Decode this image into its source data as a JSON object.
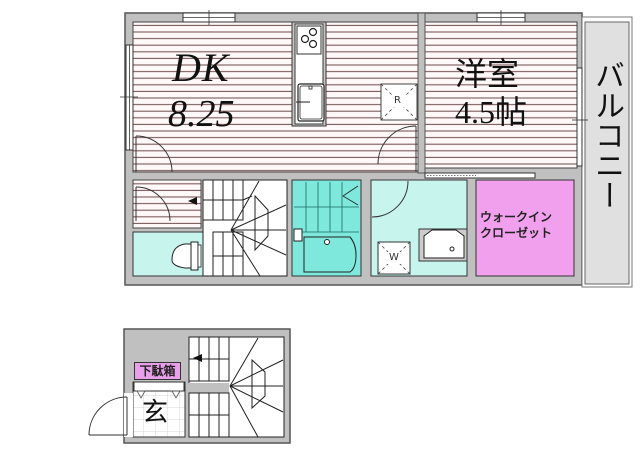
{
  "floor_plan": {
    "upper_floor": {
      "rooms": [
        {
          "id": "dk",
          "name": "DK",
          "size": "8.25",
          "floor": "wood"
        },
        {
          "id": "western-room",
          "name": "洋室",
          "size": "4.5帖",
          "floor": "wood"
        },
        {
          "id": "balcony",
          "name": "バルコニー"
        },
        {
          "id": "walk-in-closet",
          "name": "ウォークイン\nクローゼット",
          "line1": "ウォークイン",
          "line2": "クローゼット"
        },
        {
          "id": "toilet",
          "name": "Toilet"
        },
        {
          "id": "bathroom",
          "name": "Bath"
        },
        {
          "id": "washroom",
          "name": "Washroom"
        }
      ],
      "fixtures": {
        "refrigerator": "R",
        "washing_machine": "W"
      }
    },
    "lower_floor": {
      "entrance": "玄",
      "shoe_box": "下駄箱"
    },
    "colors": {
      "wall": "#c0c0c0",
      "wall_outline": "#555555",
      "wood_floor_bg": "#fff7f7",
      "wood_floor_line": "#8a6a6a",
      "wet_area": "#c8f4ee",
      "bath": "#7ee8dc",
      "closet": "#f0a0ec",
      "balcony": "#e0e0e0"
    }
  }
}
